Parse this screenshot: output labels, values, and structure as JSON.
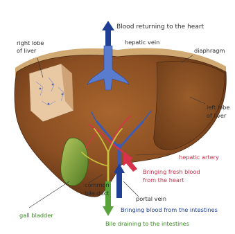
{
  "labels": {
    "blood_returning": "Blood returning to the heart",
    "hepatic_vein": "hepatic vein",
    "diaphragm": "diaphragm",
    "right_lobe_line1": "right lobe",
    "right_lobe_line2": "of liver",
    "left_lobe_line1": "left lobe",
    "left_lobe_line2": "of liver",
    "hepatic_artery": "hepatic artery",
    "fresh_blood_line1": "Bringing fresh blood",
    "fresh_blood_line2": "from the heart",
    "common_bile_line1": "common",
    "common_bile_line2": "bile duct",
    "portal_vein": "portal vein",
    "from_intestines": "Bringing blood from the intestines",
    "gall_bladder": "gall bladder",
    "bile_draining": "Bile draining to the intestines"
  },
  "colors": {
    "liver": "#8a4e22",
    "liver_dark": "#5e3215",
    "diaphragm": "#b98a4a",
    "blue_vessel": "#3b5bb5",
    "red_artery": "#d8334a",
    "bile_green": "#5aa33a",
    "gall_bladder": "#7fa83a",
    "label_blue": "#1f3f95",
    "label_red": "#c2334a",
    "label_green": "#3a8a22"
  }
}
